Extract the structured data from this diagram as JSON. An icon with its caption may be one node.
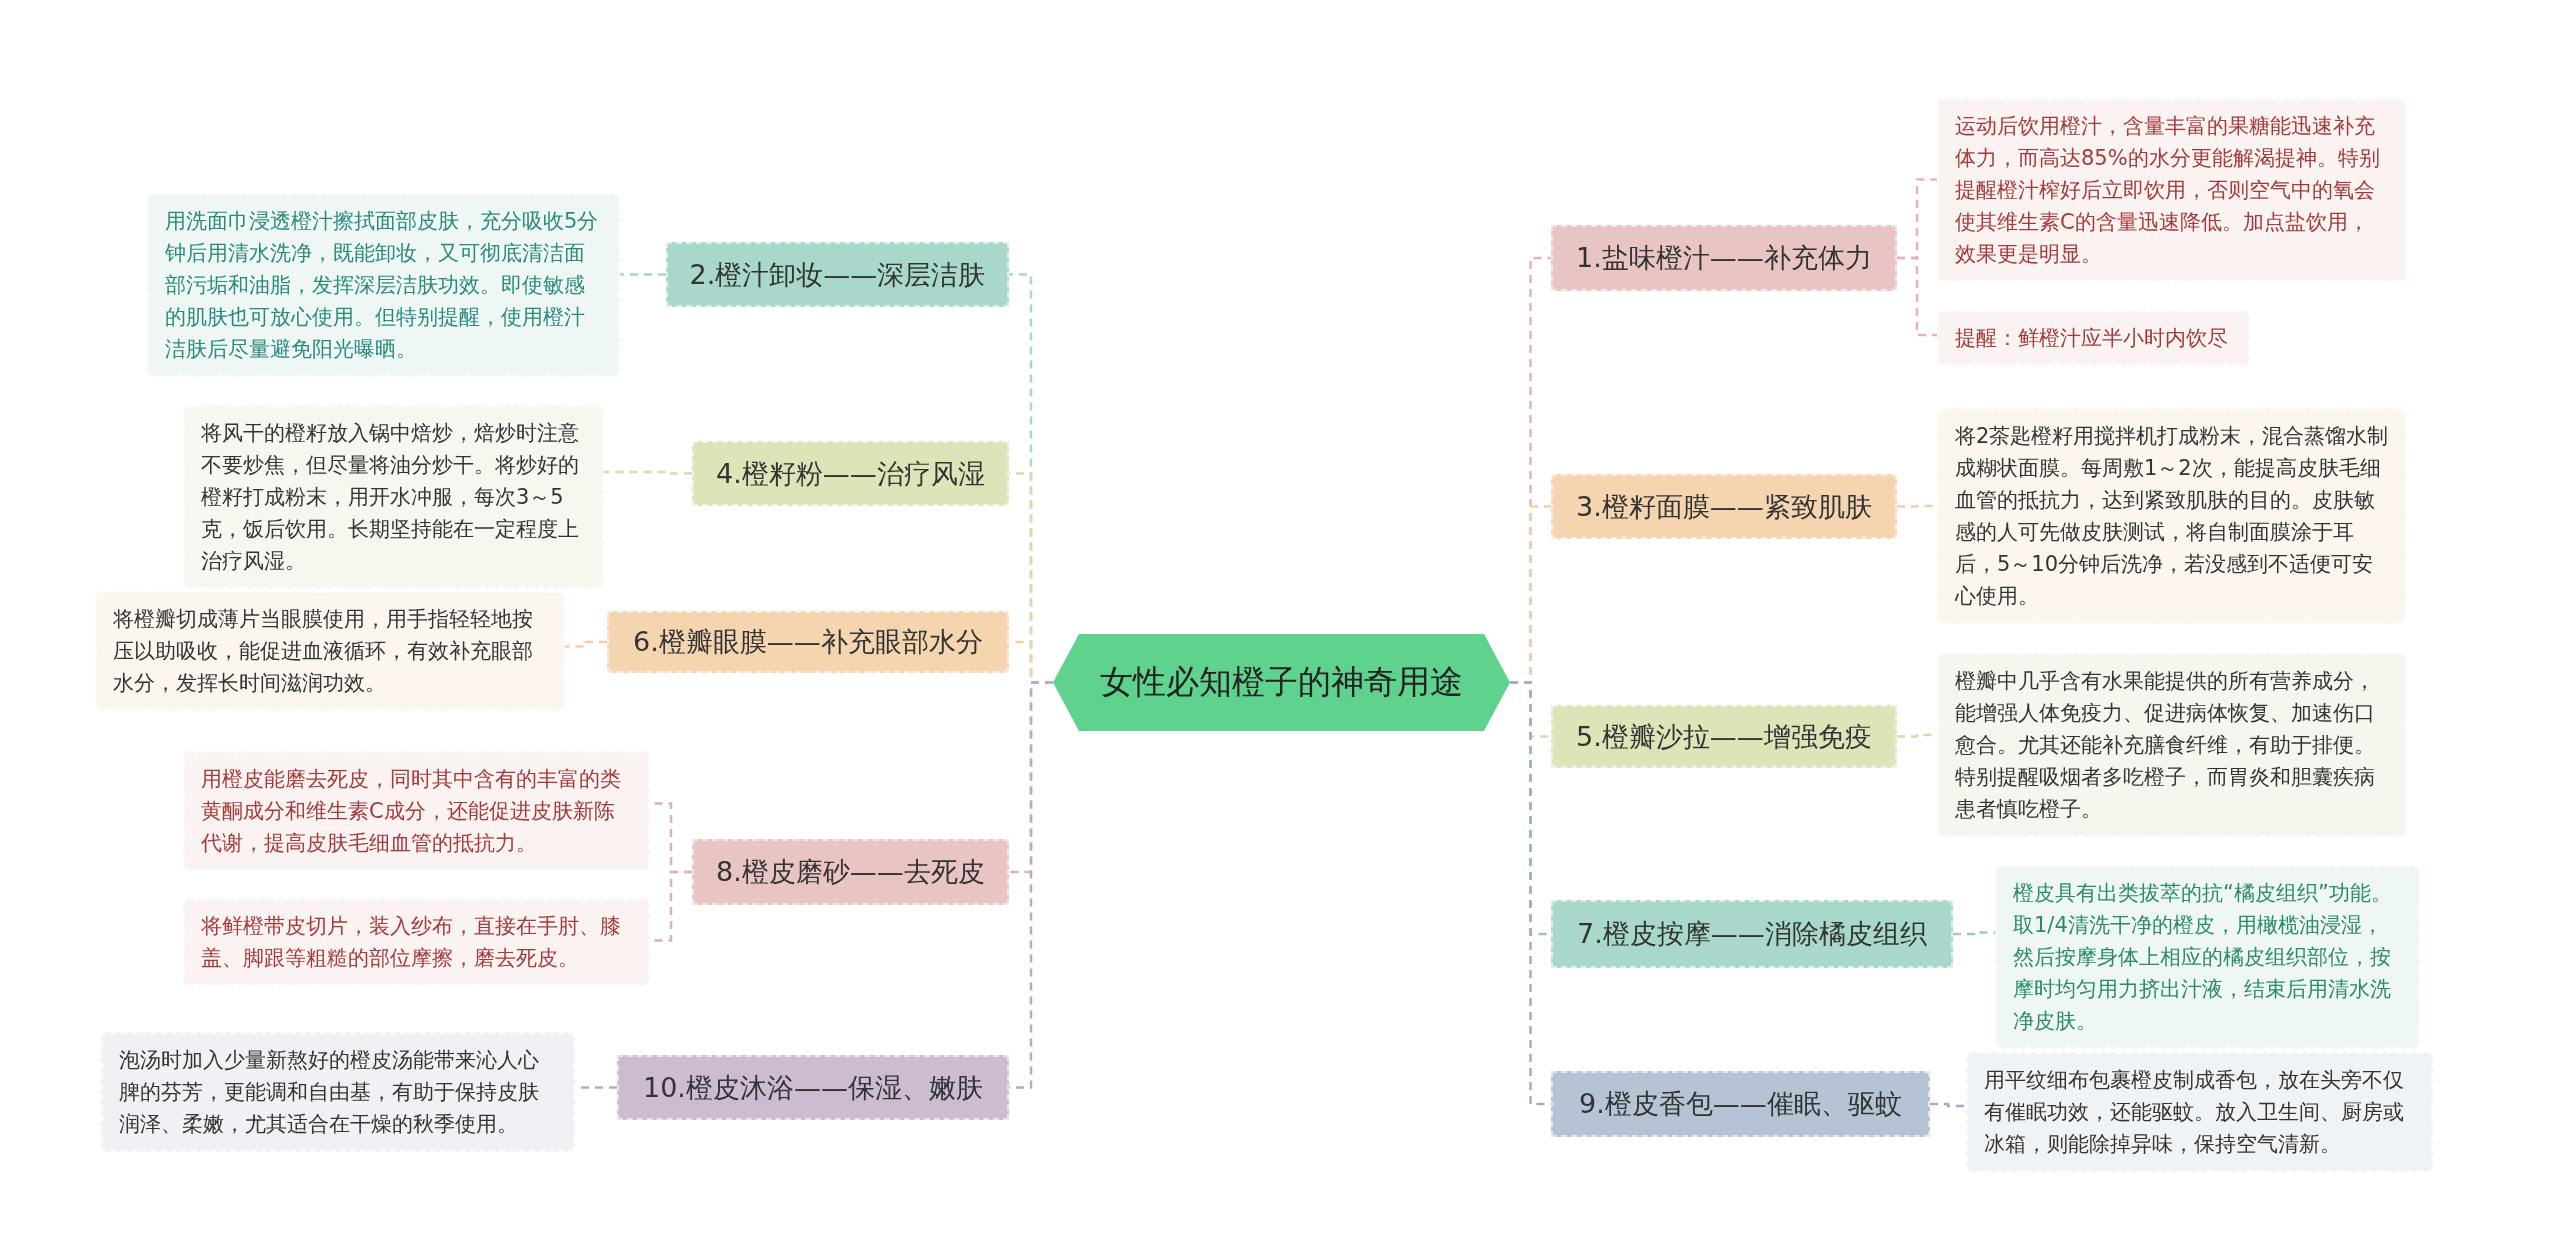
{
  "diagram": {
    "nodes": [
      {
        "text": [
          "女性必知橙子的神奇用途"
        ]
      },
      {
        "text": [
          "1.盐味橙汁——补充体力"
        ]
      },
      {
        "text": [
          "运动后饮用橙汁，含量丰富的果糖能迅速补充体力，而高达85%的水分更能解渴提神。特别提醒橙汁榨好后立即饮用，否则空气中的氧会使其维生素C的含量迅速降低。加点盐饮用，效果更是明显。"
        ]
      },
      {
        "text": [
          "提醒：鲜橙汁应半小时内饮尽"
        ]
      },
      {
        "text": [
          "2.橙汁卸妆——深层洁肤"
        ]
      },
      {
        "text": [
          "用洗面巾浸透橙汁擦拭面部皮肤，充分吸收5分钟后用清水洗净，既能卸妆，又可彻底清洁面部污垢和油脂，发挥深层洁肤功效。即使敏感的肌肤也可放心使用。但特别提醒，使用橙汁洁肤后尽量避免阳光曝晒。"
        ]
      },
      {
        "text": [
          "3.橙籽面膜——紧致肌肤"
        ]
      },
      {
        "text": [
          "将2茶匙橙籽用搅拌机打成粉末，混合蒸馏水制成糊状面膜。每周敷1～2次，能提高皮肤毛细血管的抵抗力，达到紧致肌肤的目的。皮肤敏感的人可先做皮肤测试，将自制面膜涂于耳后，5～10分钟后洗净，若没感到不适便可安心使用。"
        ]
      },
      {
        "text": [
          "4.橙籽粉——治疗风湿"
        ]
      },
      {
        "text": [
          "将风干的橙籽放入锅中焙炒，焙炒时注意不要炒焦，但尽量将油分炒干。将炒好的橙籽打成粉末，用开水冲服，每次3～5克，饭后饮用。长期坚持能在一定程度上治疗风湿。"
        ]
      },
      {
        "text": [
          "5.橙瓣沙拉——增强免疫"
        ]
      },
      {
        "text": [
          "橙瓣中几乎含有水果能提供的所有营养成分，能增强人体免疫力、促进病体恢复、加速伤口愈合。尤其还能补充膳食纤维，有助于排便。特别提醒吸烟者多吃橙子，而胃炎和胆囊疾病患者慎吃橙子。"
        ]
      },
      {
        "text": [
          "6.橙瓣眼膜——补充眼部水分"
        ]
      },
      {
        "text": [
          "将橙瓣切成薄片当眼膜使用，用手指轻轻地按压以助吸收，能促进血液循环，有效补充眼部水分，发挥长时间滋润功效。"
        ]
      },
      {
        "text": [
          "7.橙皮按摩——消除橘皮组织"
        ]
      },
      {
        "text": [
          "橙皮具有出类拔萃的抗“橘皮组织”功能。取1/4清洗干净的橙皮，用橄榄油浸湿，然后按摩身体上相应的橘皮组织部位，按摩时均匀用力挤出汁液，结束后用清水洗净皮肤。"
        ]
      },
      {
        "text": [
          "8.橙皮磨砂——去死皮"
        ]
      },
      {
        "text": [
          "用橙皮能磨去死皮，同时其中含有的丰富的类黄酮成分和维生素C成分，还能促进皮肤新陈代谢，提高皮肤毛细血管的抵抗力。"
        ]
      },
      {
        "text": [
          "将鲜橙带皮切片，装入纱布，直接在手肘、膝盖、脚跟等粗糙的部位摩擦，磨去死皮。"
        ]
      },
      {
        "text": [
          "9.橙皮香包——催眠、驱蚊"
        ]
      },
      {
        "text": [
          "用平纹细布包裹橙皮制成香包，放在头旁不仅有催眠功效，还能驱蚊。放入卫生间、厨房或冰箱，则能除掉异味，保持空气清新。"
        ]
      },
      {
        "text": [
          "10.橙皮沐浴——保湿、嫩肤"
        ]
      },
      {
        "text": [
          "泡汤时加入少量新熬好的橙皮汤能带来沁人心脾的芬芳，更能调和自由基，有助于保持皮肤润泽、柔嫩，尤其适合在干燥的秋季使用。"
        ]
      }
    ],
    "edges": [
      {
        "from": 0,
        "to": 1,
        "arrow": "none",
        "color": "#e3b5b5"
      },
      {
        "from": 1,
        "to": 2,
        "arrow": "none",
        "color": "#e3b5b5"
      },
      {
        "from": 1,
        "to": 3,
        "arrow": "none",
        "color": "#e3b5b5"
      },
      {
        "from": 0,
        "to": 4,
        "arrow": "none",
        "color": "#a8d8cc"
      },
      {
        "from": 4,
        "to": 5,
        "arrow": "none",
        "color": "#a8d8cc"
      },
      {
        "from": 0,
        "to": 6,
        "arrow": "none",
        "color": "#f3cfa6"
      },
      {
        "from": 6,
        "to": 7,
        "arrow": "none",
        "color": "#f3cfa6"
      },
      {
        "from": 0,
        "to": 8,
        "arrow": "none",
        "color": "#d6dbaa"
      },
      {
        "from": 8,
        "to": 9,
        "arrow": "none",
        "color": "#d6dbaa"
      },
      {
        "from": 0,
        "to": 10,
        "arrow": "none",
        "color": "#d6dbaa"
      },
      {
        "from": 10,
        "to": 11,
        "arrow": "none",
        "color": "#d6dbaa"
      },
      {
        "from": 0,
        "to": 12,
        "arrow": "none",
        "color": "#f3cfa6"
      },
      {
        "from": 12,
        "to": 13,
        "arrow": "none",
        "color": "#f3cfa6"
      },
      {
        "from": 0,
        "to": 14,
        "arrow": "none",
        "color": "#9ec8c0"
      },
      {
        "from": 14,
        "to": 15,
        "arrow": "none",
        "color": "#9ec8c0"
      },
      {
        "from": 0,
        "to": 16,
        "arrow": "none",
        "color": "#d9b2be"
      },
      {
        "from": 16,
        "to": 17,
        "arrow": "none",
        "color": "#d9b2be"
      },
      {
        "from": 16,
        "to": 18,
        "arrow": "none",
        "color": "#d9b2be"
      },
      {
        "from": 0,
        "to": 19,
        "arrow": "none",
        "color": "#9fb0c4"
      },
      {
        "from": 19,
        "to": 20,
        "arrow": "none",
        "color": "#9fb0c4"
      },
      {
        "from": 0,
        "to": 21,
        "arrow": "none",
        "color": "#bba9c4"
      },
      {
        "from": 21,
        "to": 22,
        "arrow": "none",
        "color": "#bba9c4"
      }
    ]
  }
}
